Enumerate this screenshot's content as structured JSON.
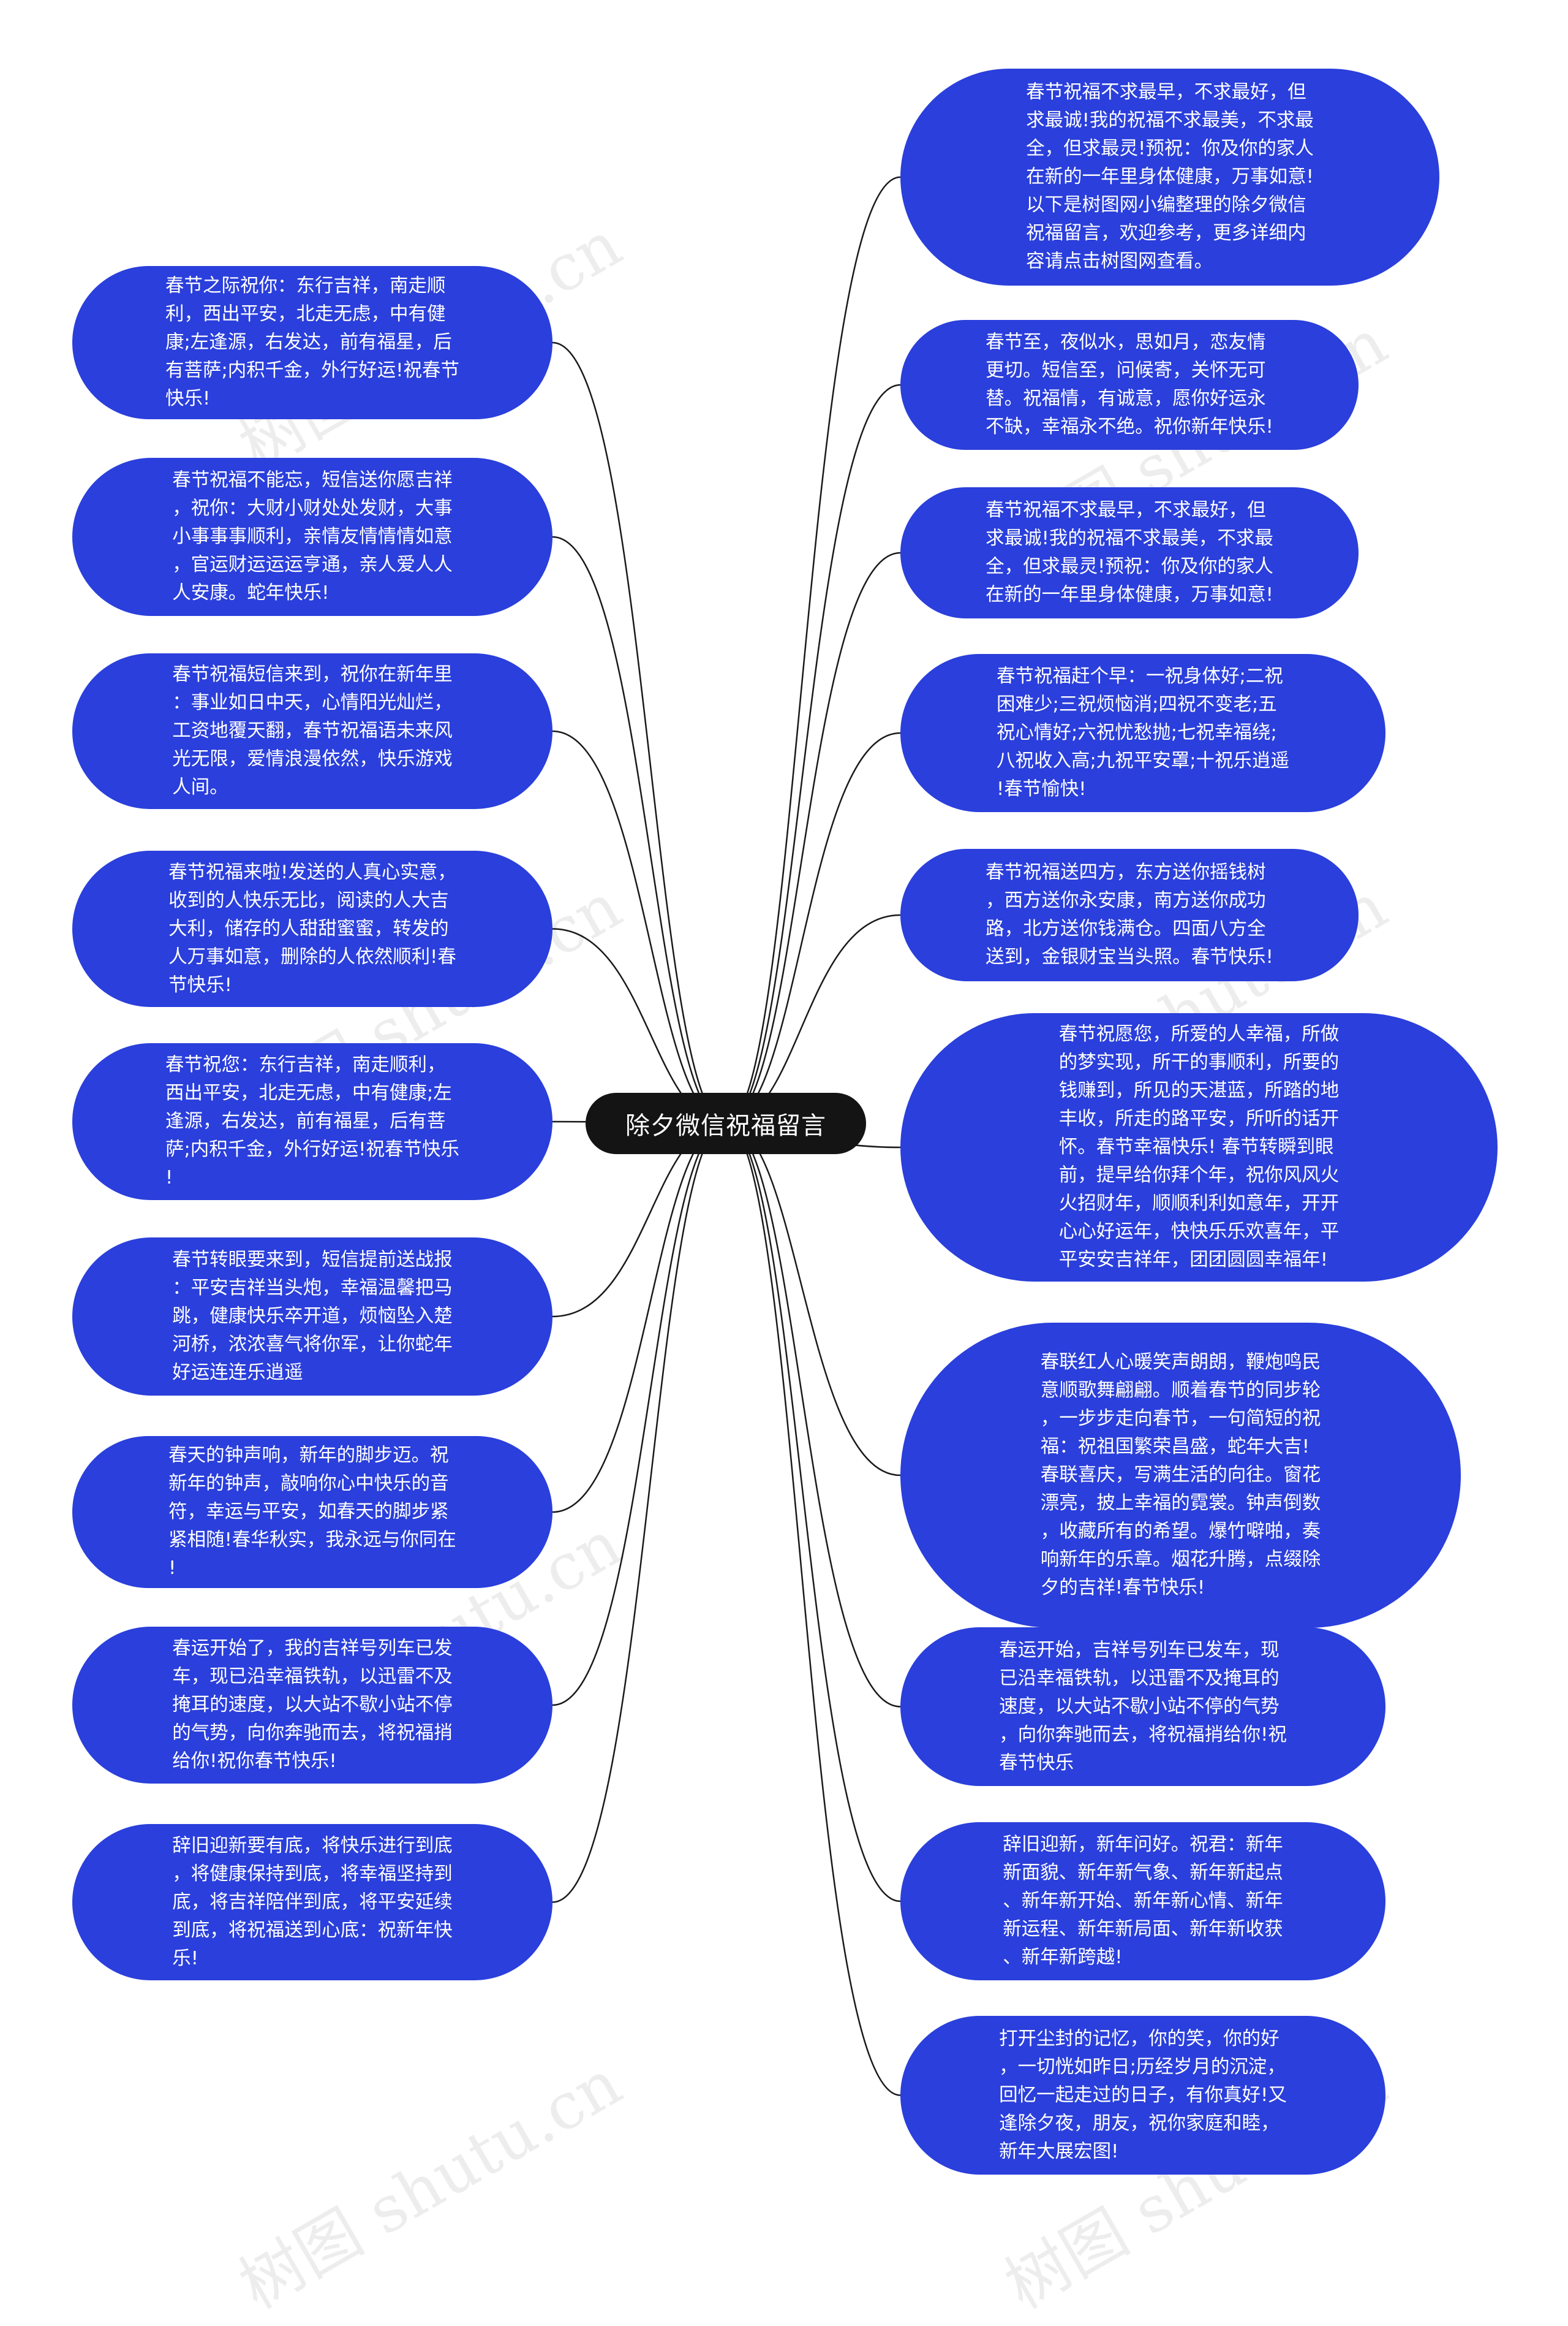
{
  "center": {
    "label": "除夕微信祝福留言"
  },
  "watermark": "树图 shutu.cn",
  "colors": {
    "node_fill": "#2a3fdb",
    "center_fill": "#141414",
    "link_stroke": "#1a1a1a",
    "text": "#ffffff"
  },
  "left": [
    {
      "lines": [
        "春节之际祝你：东行吉祥，南走顺",
        "利，西出平安，北走无虑，中有健",
        "康;左逢源，右发达，前有福星，后",
        "有菩萨;内积千金，外行好运!祝春节",
        "快乐!"
      ]
    },
    {
      "lines": [
        "春节祝福不能忘，短信送你愿吉祥",
        "，祝你：大财小财处处发财，大事",
        "小事事事顺利，亲情友情情情如意",
        "，官运财运运运亨通，亲人爱人人",
        "人安康。蛇年快乐!"
      ]
    },
    {
      "lines": [
        "春节祝福短信来到，祝你在新年里",
        "：事业如日中天，心情阳光灿烂，",
        "工资地覆天翻，春节祝福语未来风",
        "光无限，爱情浪漫依然，快乐游戏",
        "人间。"
      ]
    },
    {
      "lines": [
        "春节祝福来啦!发送的人真心实意，",
        "收到的人快乐无比，阅读的人大吉",
        "大利，储存的人甜甜蜜蜜，转发的",
        "人万事如意，删除的人依然顺利!春",
        "节快乐!"
      ]
    },
    {
      "lines": [
        "春节祝您：东行吉祥，南走顺利，",
        "西出平安，北走无虑，中有健康;左",
        "逢源，右发达，前有福星，后有菩",
        "萨;内积千金，外行好运!祝春节快乐",
        "!"
      ]
    },
    {
      "lines": [
        "春节转眼要来到，短信提前送战报",
        "：平安吉祥当头炮，幸福温馨把马",
        "跳，健康快乐卒开道，烦恼坠入楚",
        "河桥，浓浓喜气将你军，让你蛇年",
        "好运连连乐逍遥"
      ]
    },
    {
      "lines": [
        "春天的钟声响，新年的脚步迈。祝",
        "新年的钟声，敲响你心中快乐的音",
        "符，幸运与平安，如春天的脚步紧",
        "紧相随!春华秋实，我永远与你同在",
        "!"
      ]
    },
    {
      "lines": [
        "春运开始了，我的吉祥号列车已发",
        "车，现已沿幸福铁轨，以迅雷不及",
        "掩耳的速度，以大站不歇小站不停",
        "的气势，向你奔驰而去，将祝福捎",
        "给你!祝你春节快乐!"
      ]
    },
    {
      "lines": [
        "辞旧迎新要有底，将快乐进行到底",
        "，将健康保持到底，将幸福坚持到",
        "底，将吉祥陪伴到底，将平安延续",
        "到底，将祝福送到心底：祝新年快",
        "乐!"
      ]
    }
  ],
  "right": [
    {
      "lines": [
        "春节祝福不求最早，不求最好，但",
        "求最诚!我的祝福不求最美，不求最",
        "全，但求最灵!预祝：你及你的家人",
        "在新的一年里身体健康，万事如意!",
        "以下是树图网小编整理的除夕微信",
        "祝福留言，欢迎参考，更多详细内",
        "容请点击树图网查看。"
      ]
    },
    {
      "lines": [
        "春节至，夜似水，思如月，恋友情",
        "更切。短信至，问候寄，关怀无可",
        "替。祝福情，有诚意，愿你好运永",
        "不缺，幸福永不绝。祝你新年快乐!"
      ]
    },
    {
      "lines": [
        "春节祝福不求最早，不求最好，但",
        "求最诚!我的祝福不求最美，不求最",
        "全，但求最灵!预祝：你及你的家人",
        "在新的一年里身体健康，万事如意!"
      ]
    },
    {
      "lines": [
        "春节祝福赶个早：一祝身体好;二祝",
        "困难少;三祝烦恼消;四祝不变老;五",
        "祝心情好;六祝忧愁抛;七祝幸福绕;",
        "八祝收入高;九祝平安罩;十祝乐逍遥",
        "!春节愉快!"
      ]
    },
    {
      "lines": [
        "春节祝福送四方，东方送你摇钱树",
        "，西方送你永安康，南方送你成功",
        "路，北方送你钱满仓。四面八方全",
        "送到，金银财宝当头照。春节快乐!"
      ]
    },
    {
      "lines": [
        "春节祝愿您，所爱的人幸福，所做",
        "的梦实现，所干的事顺利，所要的",
        "钱赚到，所见的天湛蓝，所踏的地",
        "丰收，所走的路平安，所听的话开",
        "怀。春节幸福快乐! 春节转瞬到眼",
        "前，提早给你拜个年，祝你风风火",
        "火招财年，顺顺利利如意年，开开",
        "心心好运年，快快乐乐欢喜年，平",
        "平安安吉祥年，团团圆圆幸福年!"
      ]
    },
    {
      "lines": [
        "春联红人心暖笑声朗朗，鞭炮鸣民",
        "意顺歌舞翩翩。顺着春节的同步轮",
        "，一步步走向春节，一句简短的祝",
        "福：祝祖国繁荣昌盛，蛇年大吉!",
        "春联喜庆，写满生活的向往。窗花",
        "漂亮，披上幸福的霓裳。钟声倒数",
        "，收藏所有的希望。爆竹噼啪，奏",
        "响新年的乐章。烟花升腾，点缀除",
        "夕的吉祥!春节快乐!"
      ]
    },
    {
      "lines": [
        "春运开始，吉祥号列车已发车，现",
        "已沿幸福铁轨，以迅雷不及掩耳的",
        "速度，以大站不歇小站不停的气势",
        "，向你奔驰而去，将祝福捎给你!祝",
        "春节快乐"
      ]
    },
    {
      "lines": [
        "辞旧迎新，新年问好。祝君：新年",
        "新面貌、新年新气象、新年新起点",
        "、新年新开始、新年新心情、新年",
        "新运程、新年新局面、新年新收获",
        "、新年新跨越!"
      ]
    },
    {
      "lines": [
        "打开尘封的记忆，你的笑，你的好",
        "，一切恍如昨日;历经岁月的沉淀，",
        "回忆一起走过的日子，有你真好!又",
        "逢除夕夜，朋友，祝你家庭和睦，",
        "新年大展宏图!"
      ]
    }
  ]
}
